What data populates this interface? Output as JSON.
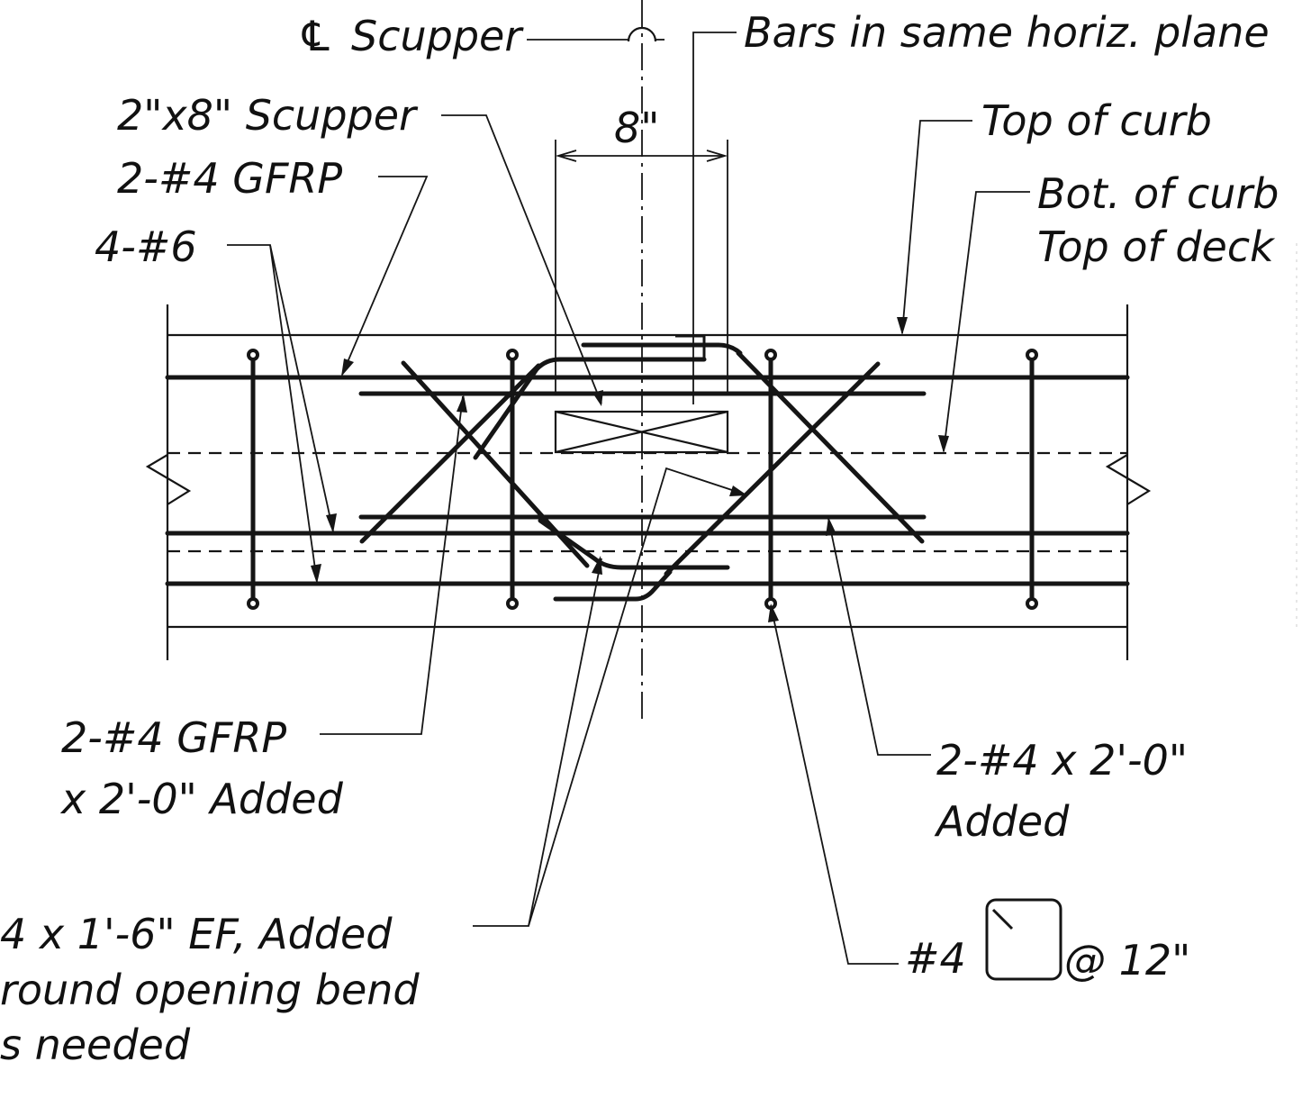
{
  "labels": {
    "cl_scupper": "Scupper",
    "cl_symbol": "℄",
    "bars_same_plane": "Bars in same horiz. plane",
    "scupper_2x8": "2\"x8\" Scupper",
    "dim_8": "8\"",
    "top_of_curb": "Top of curb",
    "gfrp_2_4": "2-#4 GFRP",
    "bot_of_curb": "Bot. of curb",
    "top_of_deck": "Top of deck",
    "bars_4_6": "4-#6",
    "gfrp_added_line1": "2-#4 GFRP",
    "gfrp_added_line2": "x 2'-0\" Added",
    "bars_2_4_line1": "2-#4 x 2'-0\"",
    "bars_2_4_line2": "Added",
    "ef_added_line1": "4 x 1'-6\" EF, Added",
    "ef_added_line2": "round opening bend",
    "ef_added_line3": "s needed",
    "stirrup_bar": "#4",
    "stirrup_spacing": "@ 12\""
  },
  "icons": {
    "centerline": "centerline-symbol",
    "stirrup": "square-stirrup-icon"
  }
}
